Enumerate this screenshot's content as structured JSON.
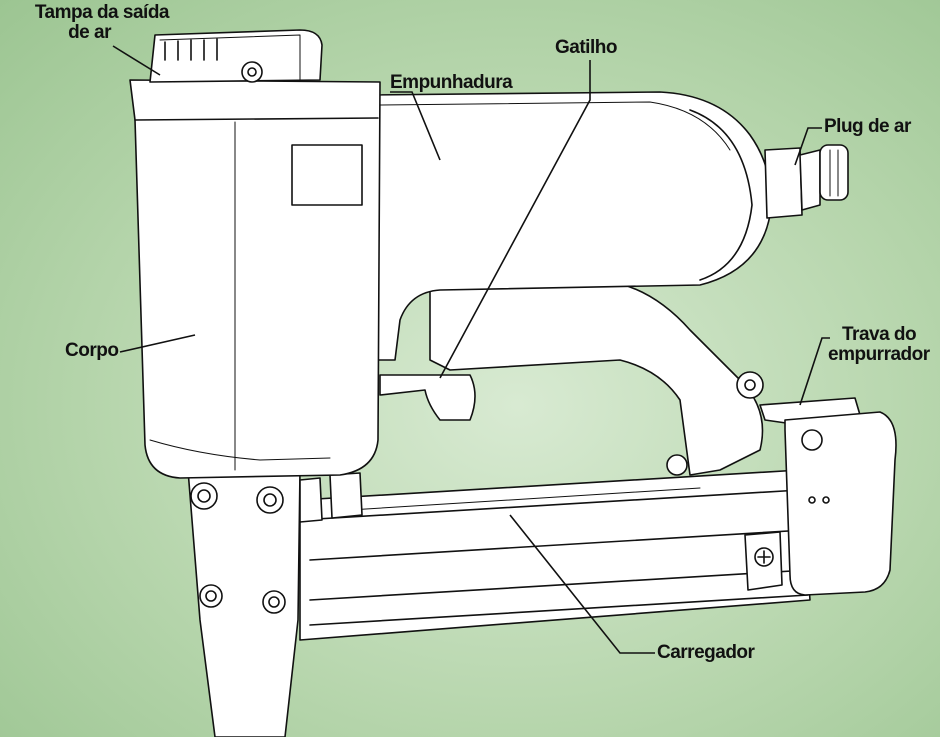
{
  "diagram": {
    "labels": {
      "tampa": {
        "line1": "Tampa da saída",
        "line2": "de ar"
      },
      "gatilho": "Gatilho",
      "empunhadura": "Empunhadura",
      "plug": "Plug de ar",
      "corpo": "Corpo",
      "trava": {
        "line1": "Trava do",
        "line2": "empurrador"
      },
      "carregador": "Carregador"
    },
    "colors": {
      "background": "#b7d6ad",
      "line": "#111111",
      "fill": "#ffffff"
    }
  }
}
